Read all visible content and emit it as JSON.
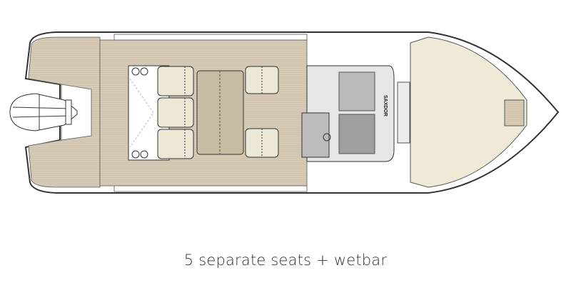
{
  "image": {
    "subject": "boat-deck-plan",
    "logo_text": "SAXDOR",
    "colors": {
      "deck": "#d6cab6",
      "foredeck": "#efe9d8",
      "cushion": "#ede7d6",
      "table": "#c8bba4",
      "console": "#d9d9d9",
      "console_dark": "#a9a9a9",
      "outline": "#3a3a3a"
    }
  },
  "caption": "5 separate seats + wetbar"
}
